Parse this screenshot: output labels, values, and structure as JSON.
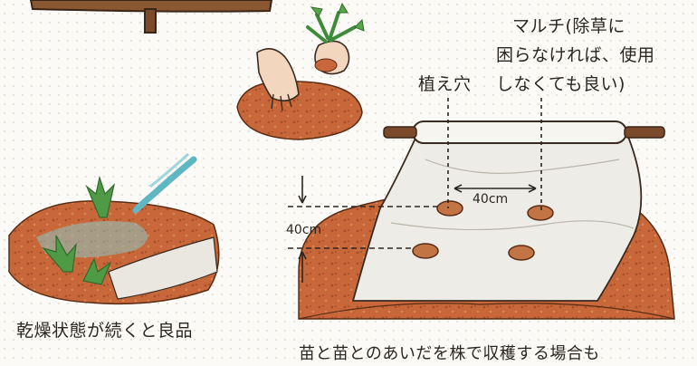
{
  "labels": {
    "mulch_line1": "マルチ(除草に",
    "mulch_line2": "困らなければ、使用",
    "mulch_line3": "しなくても良い)",
    "planting_hole": "植え穴",
    "dim_horizontal": "40cm",
    "dim_vertical": "40cm",
    "dry_caption": "乾燥状態が続くと良品",
    "bottom_caption_partial": "苗と苗とのあいだを株で収穫する場合も"
  },
  "colors": {
    "soil": "#c8683a",
    "soil_dark": "#a64f2a",
    "mulch": "#eeece6",
    "plant_green": "#3f8b3b",
    "water": "#5fb7c4",
    "skin": "#f2d6bd",
    "wood": "#7a4a2a"
  }
}
